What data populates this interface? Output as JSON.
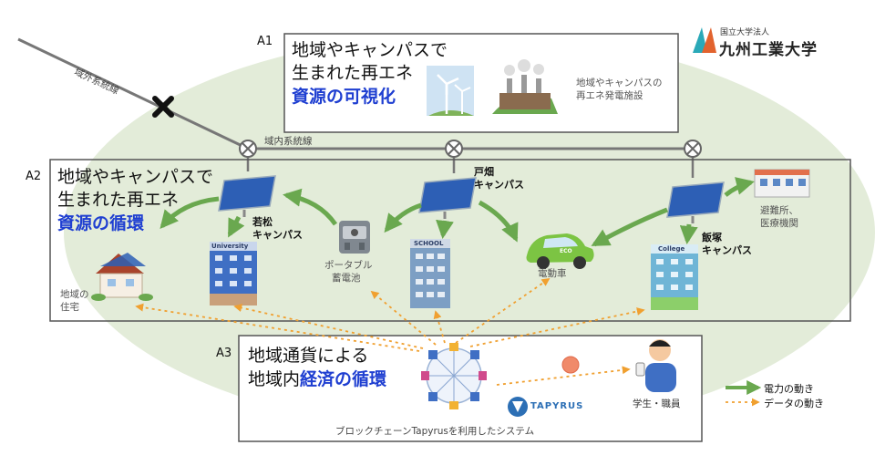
{
  "logo": {
    "sub": "国立大学法人",
    "main": "九州工業大学"
  },
  "lines": {
    "external": "域外系統線",
    "internal": "域内系統線"
  },
  "a1": {
    "tag": "A1",
    "line1": "地域やキャンパスで",
    "line2": "生まれた再エネ",
    "highlight": "資源の可視化",
    "facility1": "地域やキャンパスの",
    "facility2": "再エネ発電施設"
  },
  "a2": {
    "tag": "A2",
    "line1": "地域やキャンパスで",
    "line2": "生まれた再エネ",
    "highlight": "資源の循環",
    "wakamatsu1": "若松",
    "wakamatsu2": "キャンパス",
    "tobata1": "戸畑",
    "tobata2": "キャンパス",
    "iizuka1": "飯塚",
    "iizuka2": "キャンパス",
    "battery1": "ポータブル",
    "battery2": "蓄電池",
    "ev": "電動車",
    "shelter1": "避難所、",
    "shelter2": "医療機関",
    "home1": "地域の",
    "home2": "住宅",
    "univ_sign": "University",
    "school_sign": "SCHOOL",
    "college_sign": "College",
    "eco_sign": "ECO"
  },
  "a3": {
    "tag": "A3",
    "line1": "地域通貨による",
    "line2_prefix": "地域内",
    "highlight": "経済の循環",
    "system": "ブロックチェーンTapyrusを利用したシステム",
    "tapyrus": "TAPYRUS",
    "people": "学生・職員"
  },
  "legend": {
    "power": "電力の動き",
    "data": "データの動き"
  },
  "colors": {
    "arrow": "#6aa84f",
    "data_arrow": "#f0a030",
    "highlight": "#1f3fd1",
    "ellipse": "#e3ecd9",
    "solar": "#2d5fb5"
  }
}
